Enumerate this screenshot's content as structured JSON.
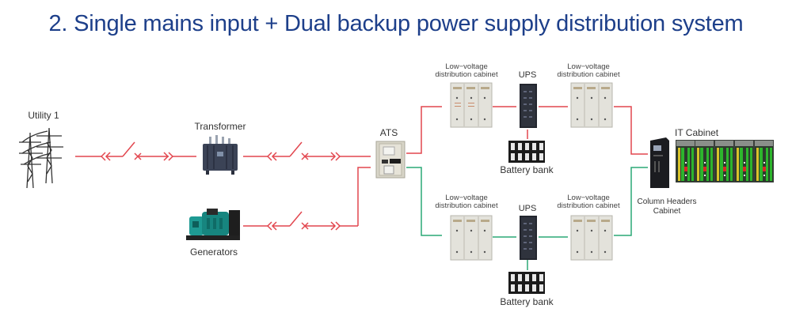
{
  "title": "2. Single mains input + Dual backup power supply distribution system",
  "colors": {
    "title": "#1d3f8a",
    "path_a": "#e2474f",
    "path_b": "#2aa876"
  },
  "nodes": {
    "utility": "Utility 1",
    "transformer": "Transformer",
    "generators": "Generators",
    "ats": "ATS",
    "lv_top_left": "Low−voltage\ndistribution cabinet",
    "lv_top_left_l1": "Low−voltage",
    "lv_top_left_l2": "distribution cabinet",
    "ups_top": "UPS",
    "lv_top_right_l1": "Low−voltage",
    "lv_top_right_l2": "distribution cabinet",
    "battery_top": "Battery bank",
    "lv_bot_left_l1": "Low−voltage",
    "lv_bot_left_l2": "distribution cabinet",
    "ups_bot": "UPS",
    "lv_bot_right_l1": "Low−voltage",
    "lv_bot_right_l2": "distribution cabinet",
    "battery_bot": "Battery bank",
    "it_cabinet": "IT Cabinet",
    "column_headers_l1": "Column Headers",
    "column_headers_l2": "Cabinet"
  }
}
